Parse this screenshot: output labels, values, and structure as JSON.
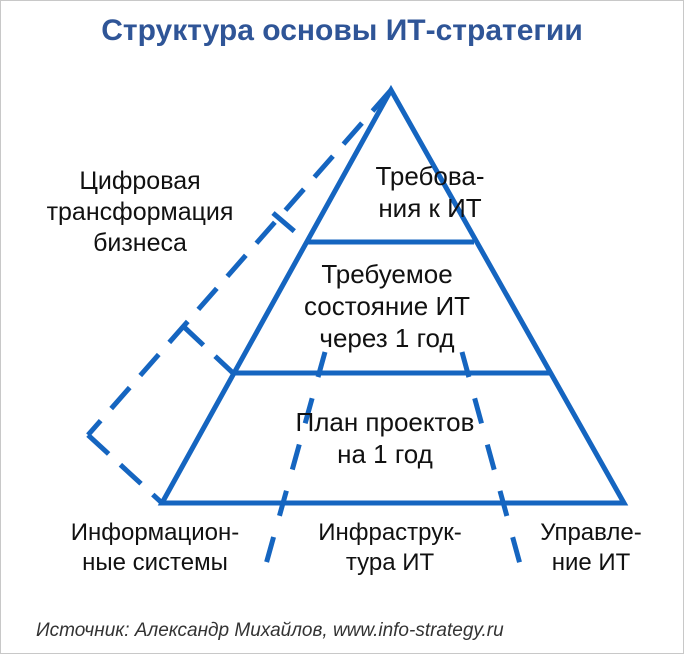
{
  "title": "Структура основы ИТ-стратегии",
  "pyramid": {
    "top": "Требова-\nния к ИТ",
    "middle": "Требуемое\nсостояние ИТ\nчерез 1 год",
    "bottom": "План проектов\nна 1 год"
  },
  "side_label": "Цифровая\nтрансформация\nбизнеса",
  "pillars": {
    "left": "Информацион-\nные системы",
    "center": "Инфраструк-\nтура ИТ",
    "right": "Управле-\nние ИТ"
  },
  "source": "Источник: Александр Михайлов, www.info-strategy.ru",
  "colors": {
    "accent": "#1565c0",
    "title": "#2f5597"
  }
}
